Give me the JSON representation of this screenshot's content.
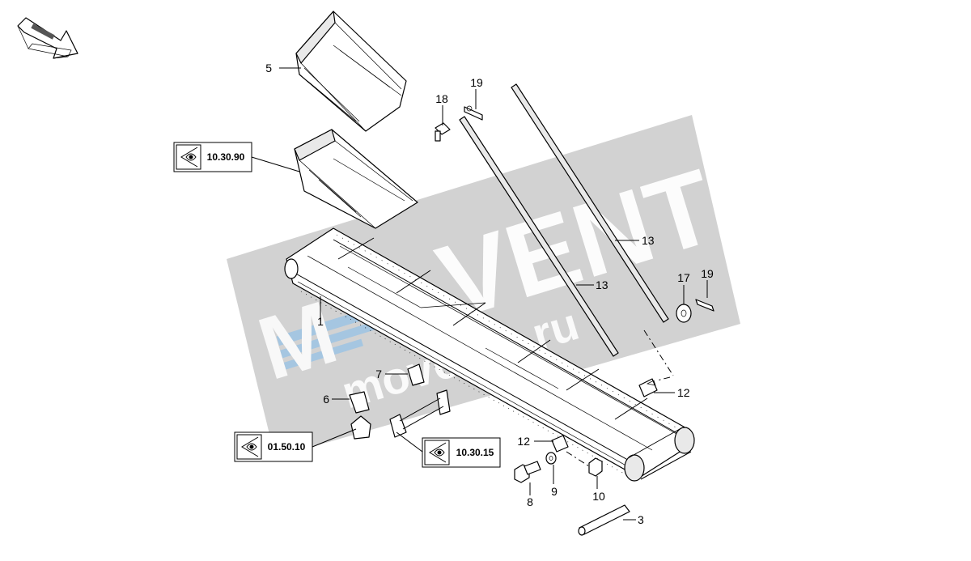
{
  "watermark": {
    "brand": "VENTE",
    "url": "movente.ru",
    "colors": {
      "band": "#d2d2d2",
      "text": "#ffffff",
      "accent": "#9ec4e4"
    }
  },
  "callouts": [
    {
      "id": "c1",
      "label": "1"
    },
    {
      "id": "c3",
      "label": "3"
    },
    {
      "id": "c5",
      "label": "5"
    },
    {
      "id": "c6",
      "label": "6"
    },
    {
      "id": "c7",
      "label": "7"
    },
    {
      "id": "c8",
      "label": "8"
    },
    {
      "id": "c9",
      "label": "9"
    },
    {
      "id": "c10",
      "label": "10"
    },
    {
      "id": "c12a",
      "label": "12"
    },
    {
      "id": "c12b",
      "label": "12"
    },
    {
      "id": "c13a",
      "label": "13"
    },
    {
      "id": "c13b",
      "label": "13"
    },
    {
      "id": "c17",
      "label": "17"
    },
    {
      "id": "c18",
      "label": "18"
    },
    {
      "id": "c19a",
      "label": "19"
    },
    {
      "id": "c19b",
      "label": "19"
    }
  ],
  "references": [
    {
      "id": "r1",
      "label": "10.30.90",
      "icon": "eye-icon"
    },
    {
      "id": "r2",
      "label": "01.50.10",
      "icon": "eye-icon"
    },
    {
      "id": "r3",
      "label": "10.30.15",
      "icon": "eye-icon"
    }
  ],
  "orientation_arrow": {
    "icon": "orientation-arrow-icon"
  }
}
